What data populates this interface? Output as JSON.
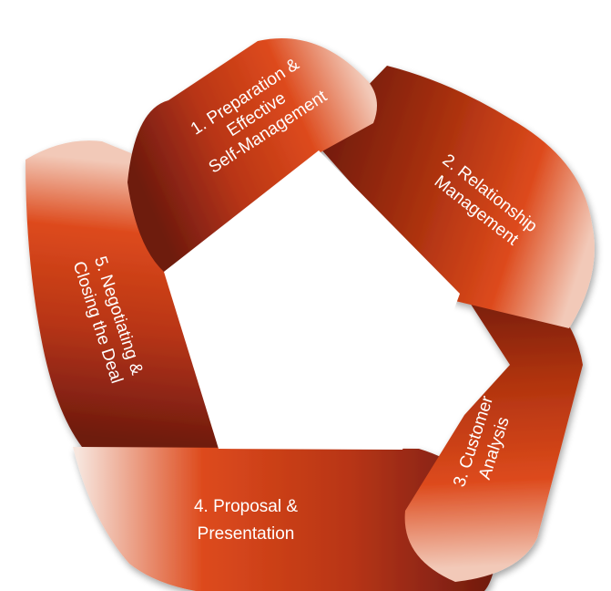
{
  "diagram": {
    "type": "cycle",
    "segments": [
      {
        "id": "seg1",
        "lines": [
          "1. Preparation &",
          "Effective",
          "Self-Management"
        ]
      },
      {
        "id": "seg2",
        "lines": [
          "2. Relationship",
          "Management"
        ]
      },
      {
        "id": "seg3",
        "lines": [
          "3. Customer",
          "Analysis"
        ]
      },
      {
        "id": "seg4",
        "lines": [
          "4. Proposal &",
          "Presentation"
        ]
      },
      {
        "id": "seg5",
        "lines": [
          "5. Negotiating &",
          "Closing the Deal"
        ]
      }
    ],
    "colors": {
      "dark": "#6e1a10",
      "mid": "#b83515",
      "bright": "#dd4a1c",
      "light": "#f2c9b8",
      "fade": "#f7e6de"
    }
  }
}
